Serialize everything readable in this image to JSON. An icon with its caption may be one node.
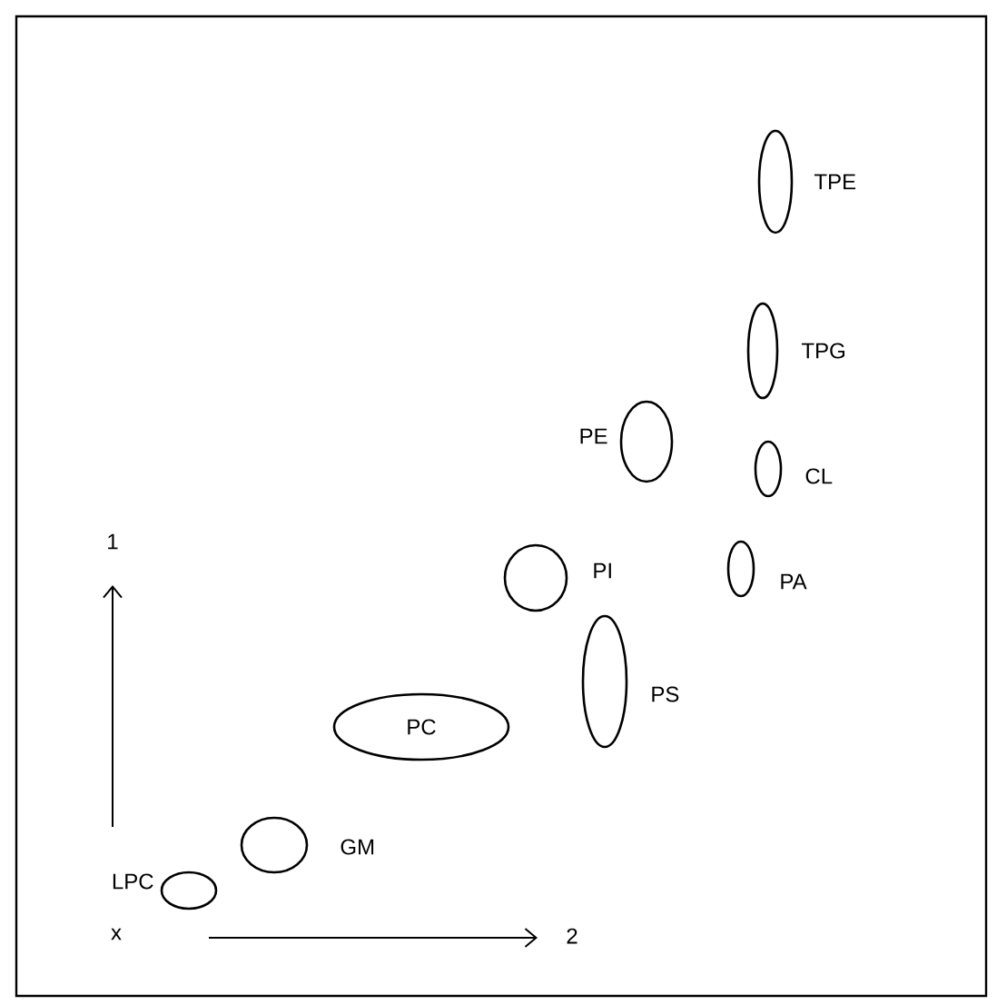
{
  "diagram": {
    "nodes": [
      {
        "text": [],
        "shape": "ellipse",
        "beside": [
          "TPE"
        ]
      },
      {
        "text": [],
        "shape": "ellipse",
        "beside": [
          "TPG"
        ]
      },
      {
        "text": [],
        "shape": "ellipse",
        "beside": [
          "PE"
        ]
      },
      {
        "text": [],
        "shape": "ellipse",
        "beside": [
          "CL"
        ]
      },
      {
        "text": [],
        "shape": "ellipse",
        "beside": [
          "PI"
        ]
      },
      {
        "text": [],
        "shape": "ellipse",
        "beside": [
          "PA"
        ]
      },
      {
        "text": [],
        "shape": "ellipse",
        "beside": [
          "PS"
        ]
      },
      {
        "text": [
          "PC"
        ]
      },
      {
        "text": [],
        "shape": "ellipse",
        "beside": [
          "GM"
        ]
      },
      {
        "text": [],
        "shape": "ellipse",
        "beside": [
          "LPC"
        ]
      }
    ],
    "labels": [
      "1",
      "x",
      "2"
    ]
  }
}
